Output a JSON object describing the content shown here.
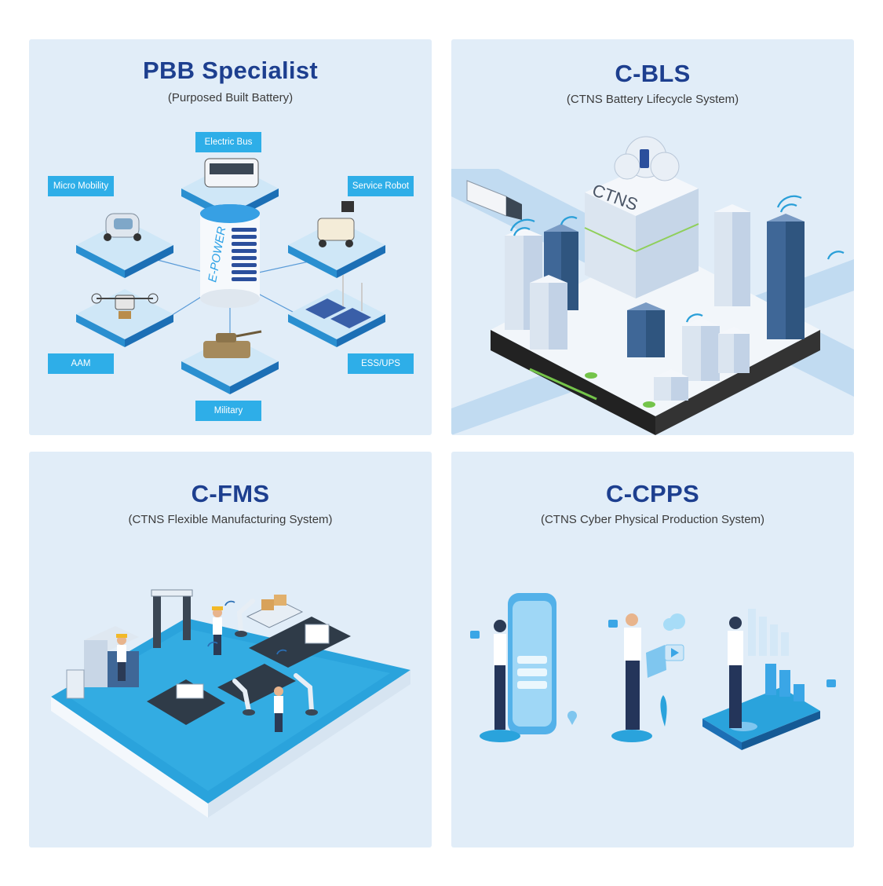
{
  "panels": [
    {
      "title": "PBB Specialist",
      "subtitle": "(Purposed Built Battery)",
      "center_label": "E-POWER",
      "tags": {
        "electric_bus": "Electric Bus",
        "micro_mobility": "Micro Mobility",
        "service_robot": "Service Robot",
        "aam": "AAM",
        "ess_ups": "ESS/UPS",
        "military": "Military"
      }
    },
    {
      "title": "C-BLS",
      "subtitle": "(CTNS Battery Lifecycle System)",
      "building_label": "CTNS"
    },
    {
      "title": "C-FMS",
      "subtitle": "(CTNS Flexible Manufacturing System)"
    },
    {
      "title": "C-CPPS",
      "subtitle": "(CTNS Cyber Physical Production System)"
    }
  ],
  "colors": {
    "panel_bg": "#e1edf8",
    "title": "#1d3f8f",
    "tag_bg": "#2eaee8",
    "platform_blue": "#2a9fd8"
  }
}
